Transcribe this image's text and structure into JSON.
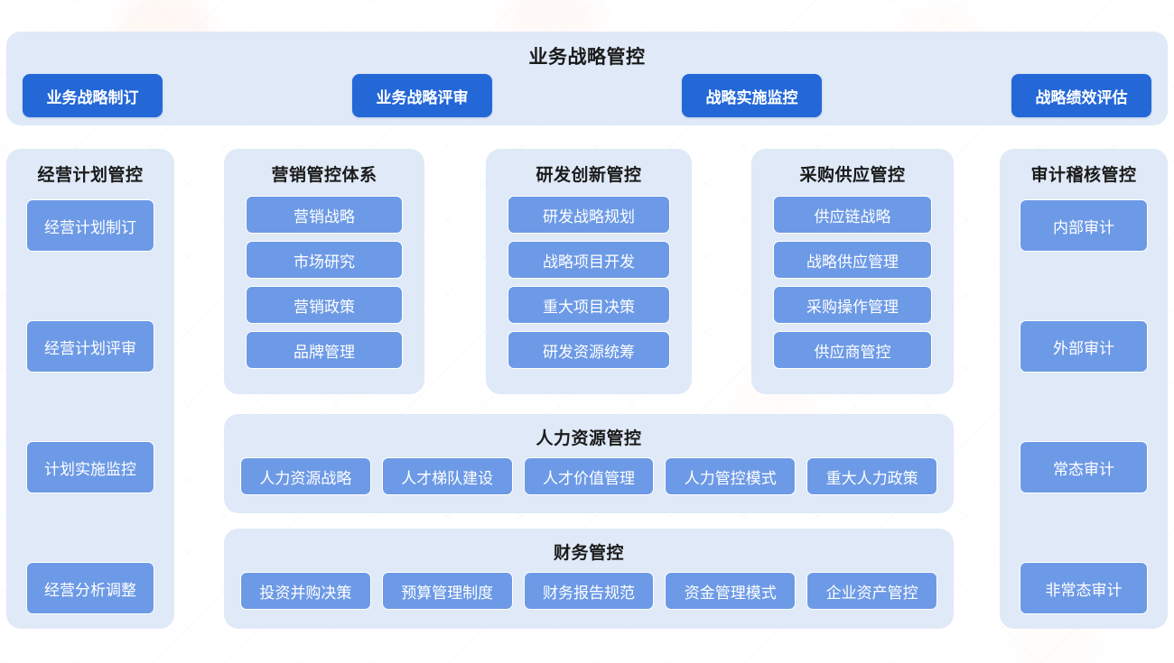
{
  "banner": {
    "title": "业务战略管控",
    "pills": [
      "业务战略制订",
      "业务战略评审",
      "战略实施监控",
      "战略绩效评估"
    ]
  },
  "columns": {
    "plan": {
      "title": "经营计划管控",
      "items": [
        "经营计划制订",
        "经营计划评审",
        "计划实施监控",
        "经营分析调整"
      ]
    },
    "marketing": {
      "title": "营销管控体系",
      "items": [
        "营销战略",
        "市场研究",
        "营销政策",
        "品牌管理"
      ]
    },
    "rd": {
      "title": "研发创新管控",
      "items": [
        "研发战略规划",
        "战略项目开发",
        "重大项目决策",
        "研发资源统筹"
      ]
    },
    "purchase": {
      "title": "采购供应管控",
      "items": [
        "供应链战略",
        "战略供应管理",
        "采购操作管理",
        "供应商管控"
      ]
    },
    "audit": {
      "title": "审计稽核管控",
      "items": [
        "内部审计",
        "外部审计",
        "常态审计",
        "非常态审计"
      ]
    },
    "hr": {
      "title": "人力资源管控",
      "items": [
        "人力资源战略",
        "人才梯队建设",
        "人才价值管理",
        "人力管控模式",
        "重大人力政策"
      ]
    },
    "finance": {
      "title": "财务管控",
      "items": [
        "投资并购决策",
        "预算管理制度",
        "财务报告规范",
        "资金管理模式",
        "企业资产管控"
      ]
    }
  },
  "colors": {
    "page_background": "#ffffff",
    "card_background": "#dfe9f7",
    "primary_pill": "#2468d8",
    "secondary_pill": "#6d9ae6",
    "pill_text": "#ffffff",
    "title_text": "#1a1a1a"
  }
}
